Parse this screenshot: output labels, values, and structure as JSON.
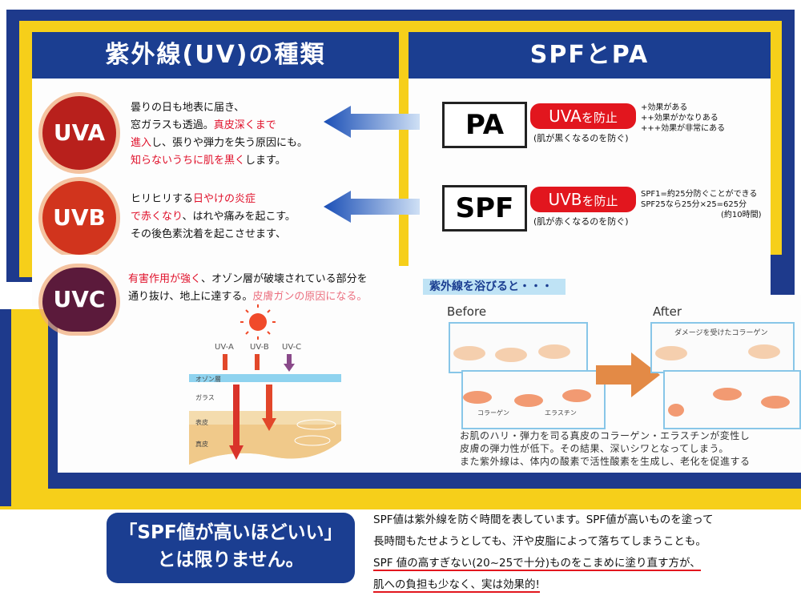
{
  "left_section": {
    "title": "紫外線(UV)の種類",
    "uva": {
      "label": "UVA",
      "line1": "曇りの日も地表に届き、",
      "line2_a": "窓ガラスも透過。",
      "line2_b": "真皮深くまで",
      "line3_a": "進入",
      "line3_b": "し、張りや弾力を失う原因にも。",
      "line4_a": "知らないうちに肌を黒く",
      "line4_b": "します。"
    },
    "uvb": {
      "label": "UVB",
      "line1_a": "ヒリヒリする",
      "line1_b": "日やけの炎症",
      "line2_a": "で赤くなり",
      "line2_b": "、はれや痛みを起こす。",
      "line3": "その後色素沈着を起こさせます、"
    },
    "uvc": {
      "label": "UVC",
      "line1_a": "有害作用が強く",
      "line1_b": "、オゾン層が破壊されている部分を",
      "line2_a": "通り抜け、地上に達する。",
      "line2_b": "皮膚ガンの原因になる。"
    }
  },
  "right_section": {
    "title": "SPFとPA",
    "pa": {
      "box": "PA",
      "pill_main": "UVA",
      "pill_suffix": "を防止",
      "note": "(肌が黒くなるのを防ぐ)",
      "grade1": "+効果がある",
      "grade2": "++効果がかなりある",
      "grade3": "+++効果が非常にある"
    },
    "spf": {
      "box": "SPF",
      "pill_main": "UVB",
      "pill_suffix": "を防止",
      "note": "(肌が赤くなるのを防ぐ)",
      "info1": "SPF1=約25分防ぐことができる",
      "info2": "SPF25なら25分×25=625分",
      "info3": "(約10時間)"
    }
  },
  "exposure_section": {
    "heading": "紫外線を浴びると・・・",
    "before_label": "Before",
    "after_label": "After",
    "damaged_label": "ダメージを受けたコラーゲン",
    "collagen_label": "コラーゲン",
    "elastin_label": "エラスチン",
    "body_line1": "お肌のハリ・弾力を司る真皮のコラーゲン・エラスチンが変性し",
    "body_line2": "皮膚の弾力性が低下。その結果、深いシワとなってしまう。",
    "body_line3": "また紫外線は、体内の酸素で活性酸素を生成し、老化を促進する"
  },
  "diagram": {
    "uva": "UV-A",
    "uvb": "UV-B",
    "uvc": "UV-C",
    "ozone": "オゾン層",
    "glass": "ガラス",
    "epidermis": "表皮",
    "dermis": "真皮"
  },
  "bottom": {
    "callout_line1": "「SPF値が高いほどいい」",
    "callout_line2": "とは限りません。",
    "text_line1": "SPF値は紫外線を防ぐ時間を表しています。SPF値が高いものを塗って",
    "text_line2": "長時間もたせようとしても、汗や皮脂によって落ちてしまうことも。",
    "text_line3": "SPF 値の高すぎない(20~25で十分)ものをこまめに塗り直す方が、",
    "text_line4": "肌への負担も少なく、実は効果的!"
  },
  "colors": {
    "navy": "#1b3e91",
    "yellow": "#f6cf1a",
    "red": "#e2161e",
    "uva_circle": "#c01d1a",
    "uvb_circle": "#d4321a",
    "uvc_circle": "#5a1a3a"
  }
}
